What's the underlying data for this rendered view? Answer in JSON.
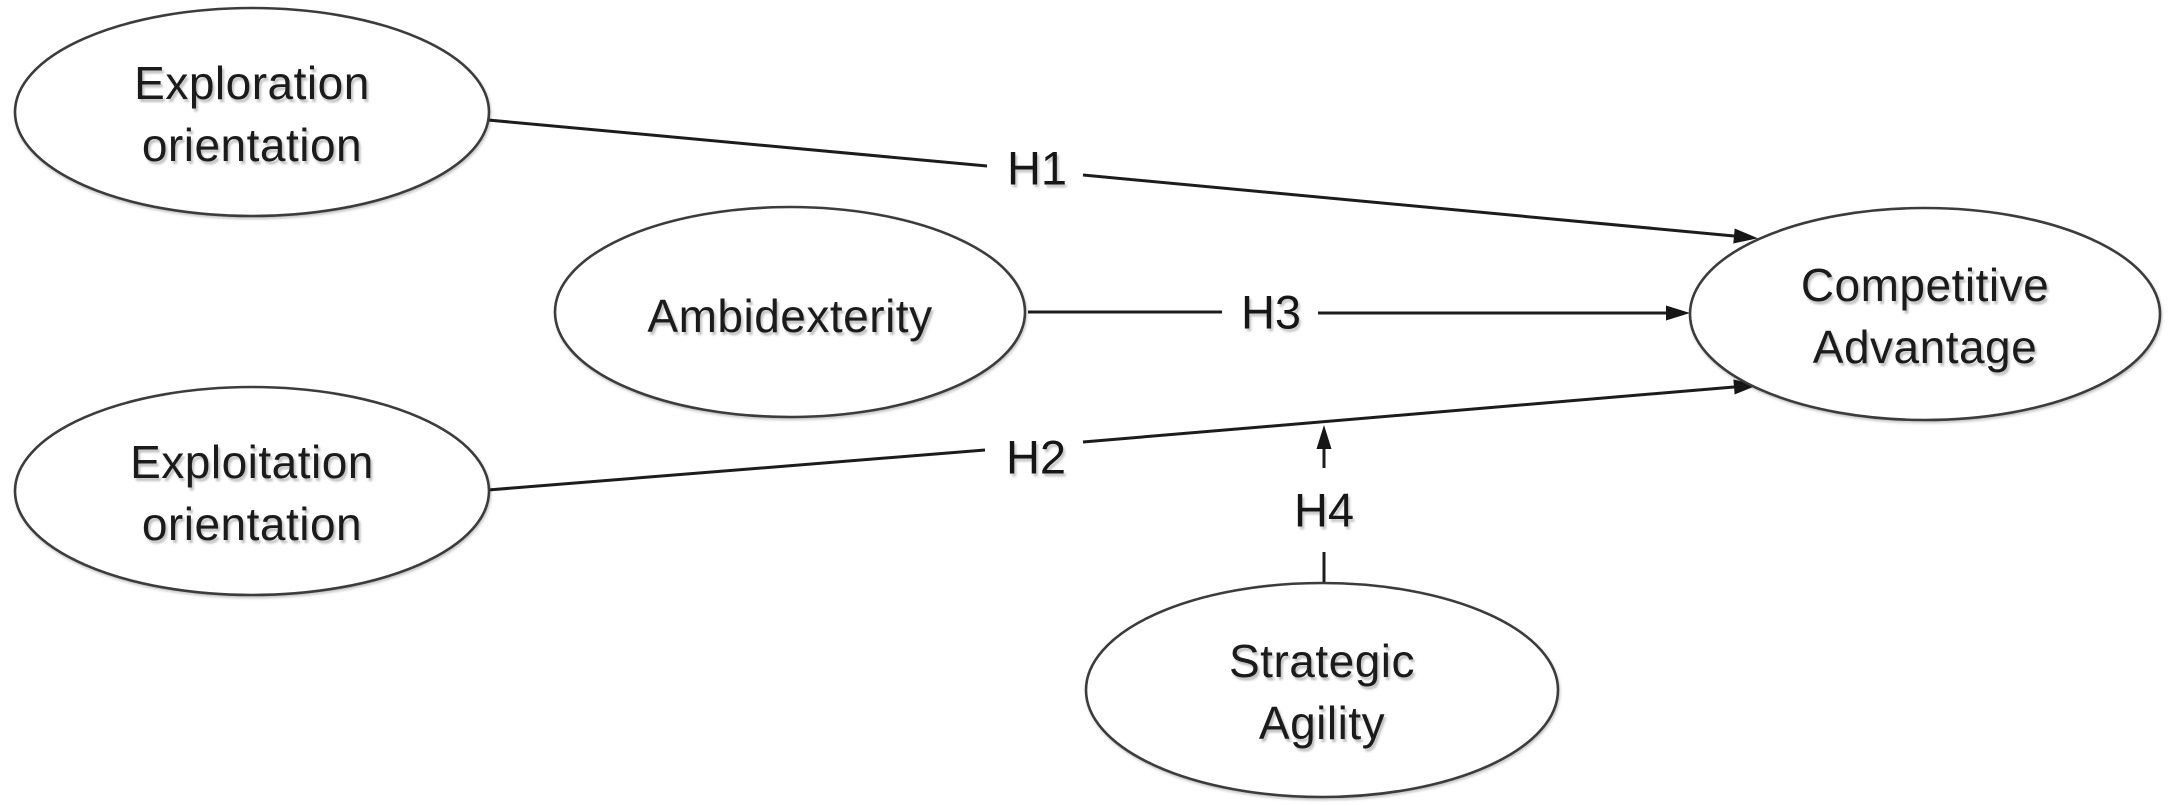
{
  "diagram": {
    "type": "hypothesis-model",
    "background_color": "#ffffff",
    "node_fill_color": "#ffffff",
    "node_stroke_color": "#3c3c3c",
    "line_color": "#1c1c1c",
    "text_color": "#1b1b1b"
  },
  "nodes": {
    "exploration_orientation": {
      "line1": "Exploration",
      "line2": "orientation"
    },
    "exploitation_orientation": {
      "line1": "Exploitation",
      "line2": "orientation"
    },
    "ambidexterity": {
      "line1": "Ambidexterity"
    },
    "strategic_agility": {
      "line1": "Strategic",
      "line2": "Agility"
    },
    "competitive_advantage": {
      "line1": "Competitive",
      "line2": "Advantage"
    }
  },
  "edges": [
    {
      "label": "H1",
      "from": "Exploration orientation",
      "to": "Competitive Advantage"
    },
    {
      "label": "H2",
      "from": "Exploitation orientation",
      "to": "Competitive Advantage"
    },
    {
      "label": "H3",
      "from": "Ambidexterity",
      "to": "Competitive Advantage"
    },
    {
      "label": "H4",
      "from": "Strategic Agility",
      "to": "H2 path (moderating arrow)"
    }
  ]
}
